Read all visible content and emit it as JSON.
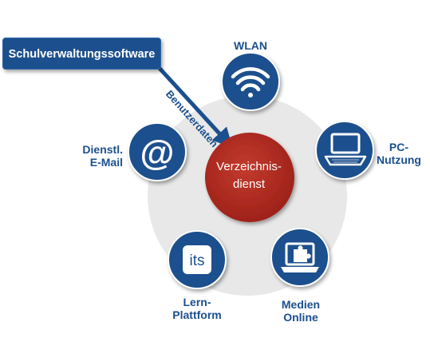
{
  "source": {
    "label": "Schulverwaltungssoftware"
  },
  "arrow": {
    "label": "Benutzerdaten"
  },
  "center": {
    "line1": "Verzeichnis-",
    "line2": "dienst"
  },
  "services": {
    "wlan": {
      "line1": "WLAN",
      "icon": "wifi-icon"
    },
    "pc": {
      "line1": "PC-",
      "line2": "Nutzung",
      "icon": "laptop-icon"
    },
    "medien": {
      "line1": "Medien",
      "line2": "Online",
      "icon": "puzzle-laptop-icon"
    },
    "lern": {
      "line1": "Lern-",
      "line2": "Plattform",
      "icon": "its-logo-icon",
      "logo_text": "its"
    },
    "email": {
      "line1": "Dienstl.",
      "line2": "E-Mail",
      "icon": "at-sign-icon",
      "glyph": "@"
    }
  },
  "colors": {
    "node_blue": "#1c4f8d",
    "center_red": "#b02a20",
    "background_disc": "#e8e8e8",
    "label_blue": "#1b4f8f"
  }
}
